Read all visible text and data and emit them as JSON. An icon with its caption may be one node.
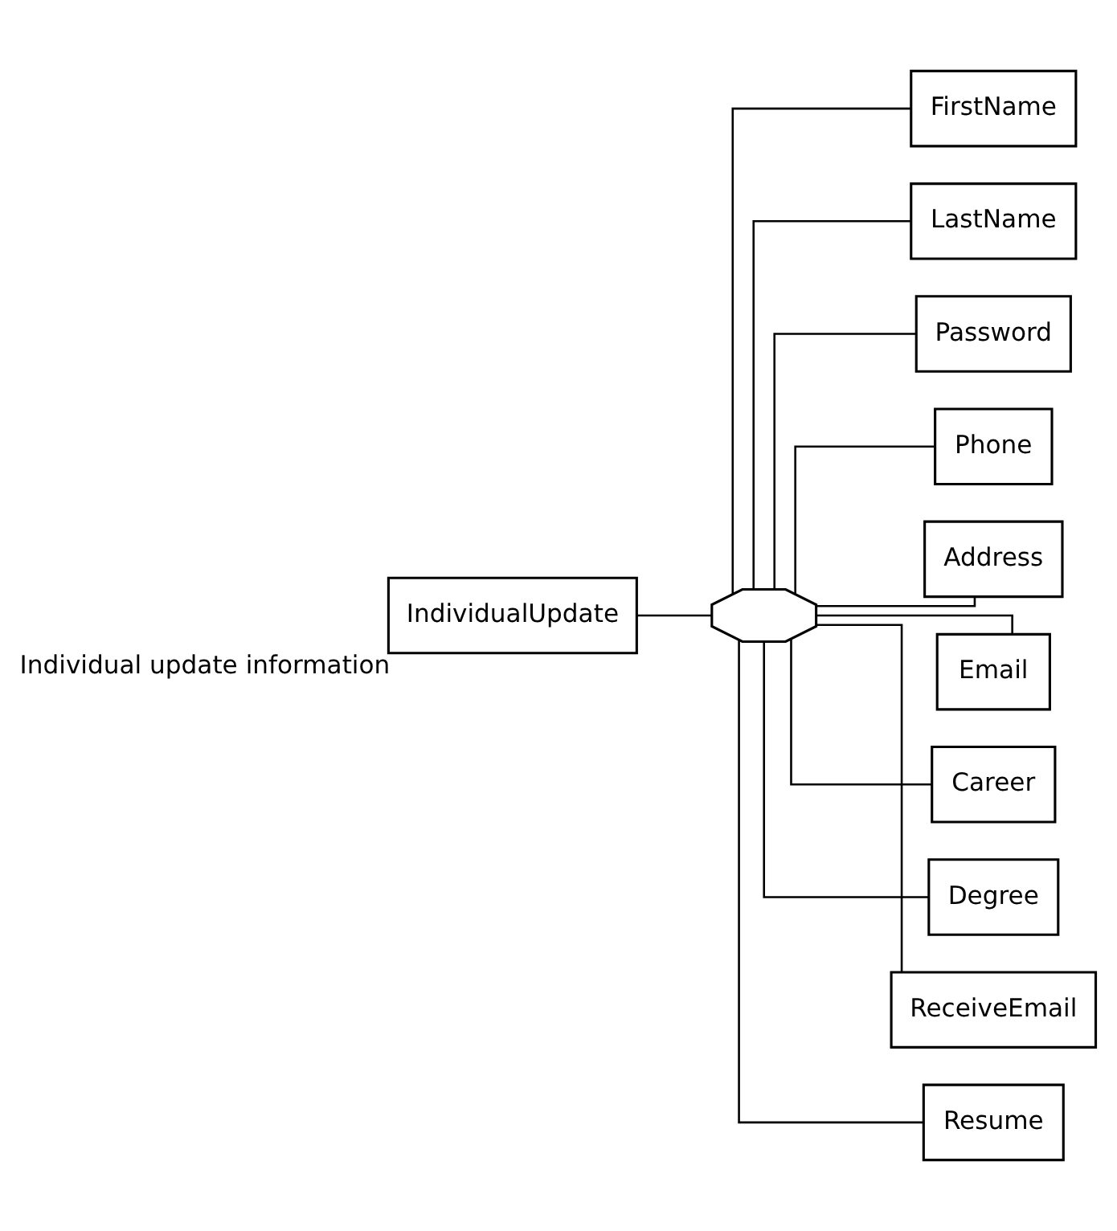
{
  "diagram": {
    "nodes": [
      {
        "text": [
          "IndividualUpdate"
        ],
        "beside": [
          "Individual update information"
        ]
      },
      {
        "text": [],
        "shape": "octagon"
      },
      {
        "text": [
          "FirstName"
        ]
      },
      {
        "text": [
          "LastName"
        ]
      },
      {
        "text": [
          "Password"
        ]
      },
      {
        "text": [
          "Phone"
        ]
      },
      {
        "text": [
          "Address"
        ]
      },
      {
        "text": [
          "Email"
        ]
      },
      {
        "text": [
          "Career"
        ]
      },
      {
        "text": [
          "Degree"
        ]
      },
      {
        "text": [
          "ReceiveEmail"
        ]
      },
      {
        "text": [
          "Resume"
        ]
      }
    ],
    "edges": [
      {
        "from": 0,
        "to": 1,
        "arrow": "none"
      },
      {
        "from": 1,
        "to": 2,
        "arrow": "none"
      },
      {
        "from": 1,
        "to": 3,
        "arrow": "none"
      },
      {
        "from": 1,
        "to": 4,
        "arrow": "none"
      },
      {
        "from": 1,
        "to": 5,
        "arrow": "none"
      },
      {
        "from": 1,
        "to": 6,
        "arrow": "none"
      },
      {
        "from": 1,
        "to": 7,
        "arrow": "none"
      },
      {
        "from": 1,
        "to": 8,
        "arrow": "none"
      },
      {
        "from": 1,
        "to": 9,
        "arrow": "none"
      },
      {
        "from": 1,
        "to": 10,
        "arrow": "none"
      },
      {
        "from": 1,
        "to": 11,
        "arrow": "none"
      }
    ]
  }
}
